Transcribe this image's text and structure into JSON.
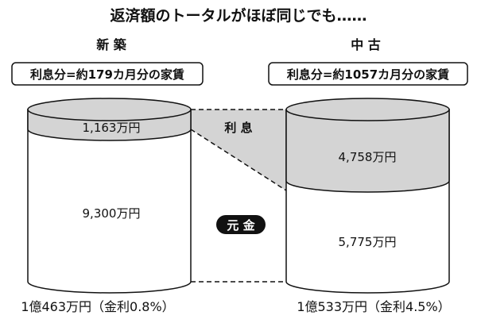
{
  "title": "返済額のトータルがほぼ同じでも……",
  "left": {
    "heading": "新 築",
    "note": "利息分=約179カ月分の家賃",
    "interest": "1,163万円",
    "principal": "9,300万円",
    "total": "1億463万円（金利0.8%）"
  },
  "right": {
    "heading": "中 古",
    "note": "利息分=約1057カ月分の家賃",
    "interest": "4,758万円",
    "principal": "5,775万円",
    "total": "1億533万円（金利4.5%）"
  },
  "labels": {
    "interest": "利 息",
    "principal": "元 金"
  },
  "colors": {
    "interest_fill": "#d4d4d4",
    "line": "#111111"
  }
}
